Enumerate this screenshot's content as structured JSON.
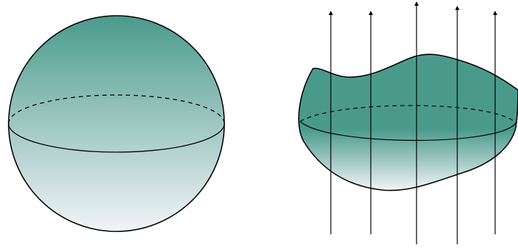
{
  "diagram": {
    "panels": [
      {
        "id": "sphere",
        "shape": "sphere",
        "features": [
          "equator-dashed-back",
          "equator-solid-front",
          "gradient-fill"
        ]
      },
      {
        "id": "blob",
        "shape": "irregular-closed-surface",
        "features": [
          "equator-dashed-back",
          "equator-solid-front",
          "gradient-fill",
          "vertical-field-lines"
        ],
        "field_line_count": 5
      }
    ],
    "colors": {
      "top_fill": "#4a9a8c",
      "bottom_fill": "#f2f4f7",
      "stroke": "#000000",
      "background": "#ffffff"
    }
  }
}
